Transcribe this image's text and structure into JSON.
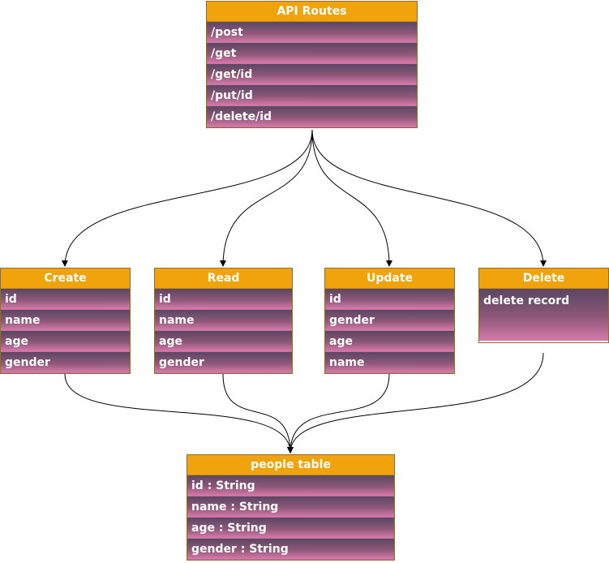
{
  "diagram": {
    "api_routes": {
      "title": "API Routes",
      "rows": [
        "/post",
        "/get",
        "/get/id",
        "/put/id",
        "/delete/id"
      ]
    },
    "create": {
      "title": "Create",
      "rows": [
        "id",
        "name",
        "age",
        "gender"
      ]
    },
    "read": {
      "title": "Read",
      "rows": [
        "id",
        "name",
        "age",
        "gender"
      ]
    },
    "update": {
      "title": "Update",
      "rows": [
        "id",
        "gender",
        "age",
        "name"
      ]
    },
    "delete": {
      "title": "Delete",
      "rows": [
        "delete record"
      ]
    },
    "people_table": {
      "title": "people table",
      "rows": [
        "id : String",
        "name : String",
        "age : String",
        "gender : String"
      ]
    }
  },
  "colors": {
    "header": "#f0a30a",
    "row_gradient_top": "#5a4763",
    "row_gradient_bottom": "#d67aa9",
    "edge": "#000000"
  }
}
